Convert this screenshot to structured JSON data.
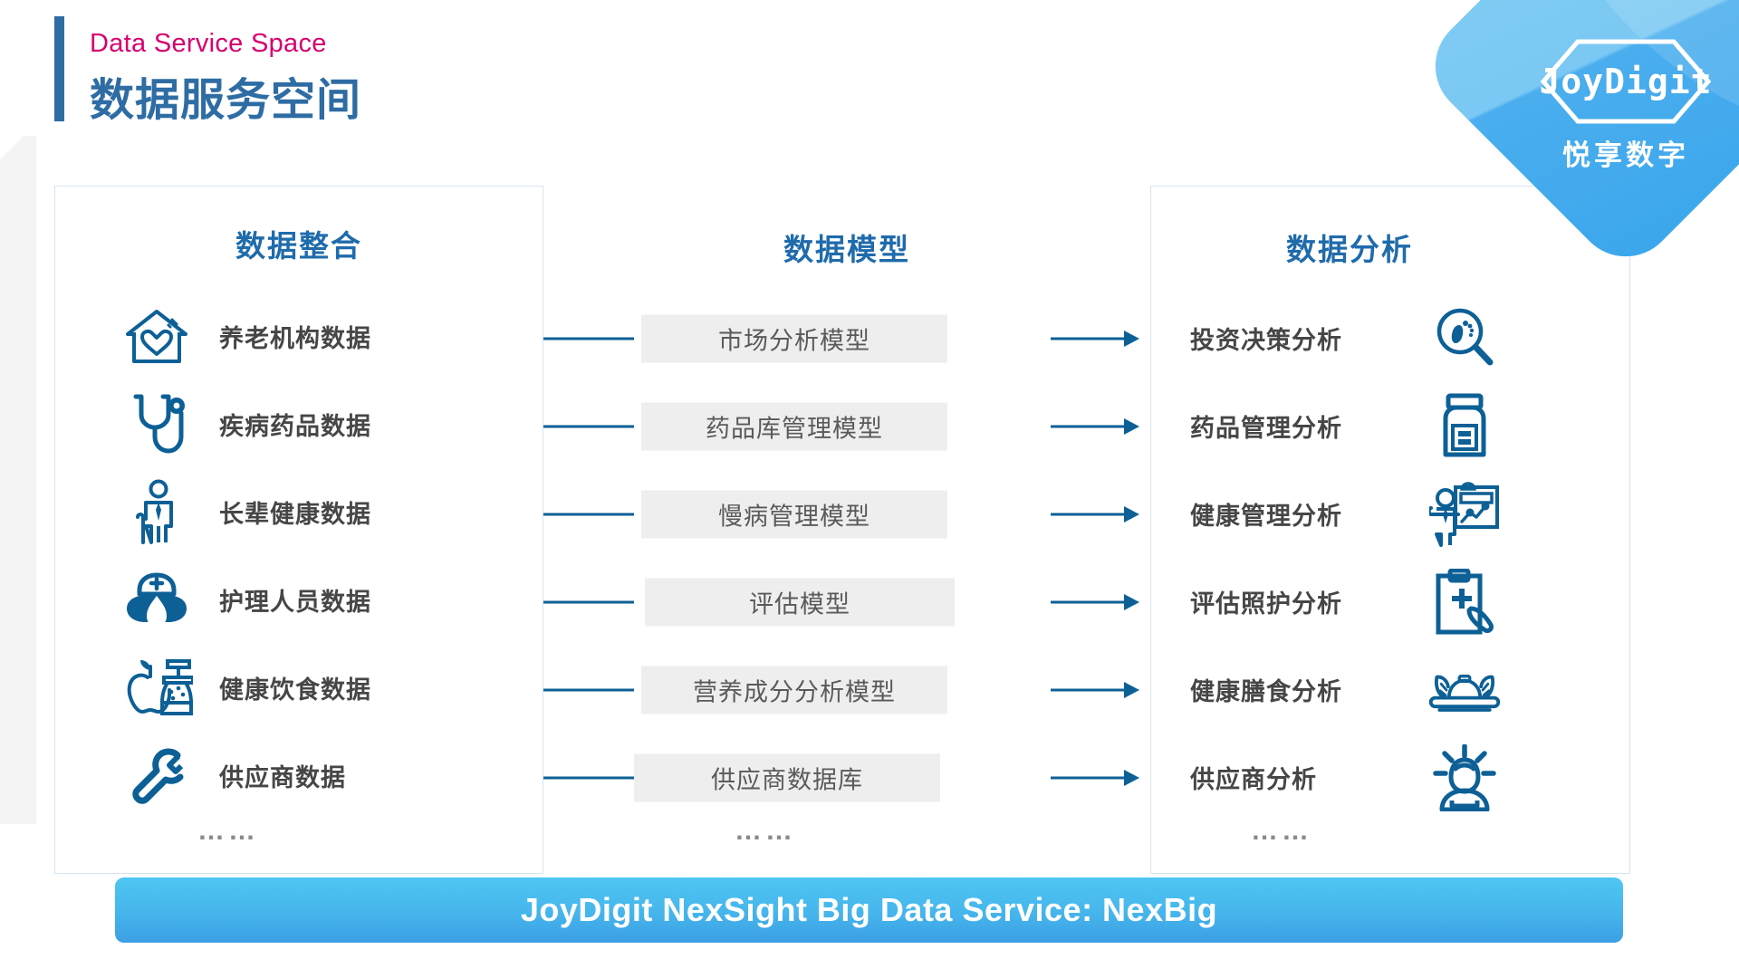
{
  "header": {
    "eyebrow": "Data Service Space",
    "title": "数据服务空间",
    "accent_pink": "#d6006e",
    "accent_blue": "#2e6ca4"
  },
  "logo": {
    "name": "JoyDigit",
    "subtitle": "悦享数字",
    "shape": "diamond-rounded-square",
    "color_start": "#82cdf5",
    "color_end": "#3ba6ec"
  },
  "columns": {
    "integration": {
      "title": "数据整合",
      "ellipsis": "……",
      "items": [
        {
          "label": "养老机构数据",
          "icon": "house-heart-icon"
        },
        {
          "label": "疾病药品数据",
          "icon": "stethoscope-icon"
        },
        {
          "label": "长辈健康数据",
          "icon": "elderly-person-cane-icon"
        },
        {
          "label": "护理人员数据",
          "icon": "nurse-icon"
        },
        {
          "label": "健康饮食数据",
          "icon": "apple-juicer-icon"
        },
        {
          "label": "供应商数据",
          "icon": "wrench-icon"
        }
      ]
    },
    "model": {
      "title": "数据模型",
      "ellipsis": "……",
      "items": [
        {
          "label": "市场分析模型"
        },
        {
          "label": "药品库管理模型"
        },
        {
          "label": "慢病管理模型"
        },
        {
          "label": "评估模型"
        },
        {
          "label": "营养成分分析模型"
        },
        {
          "label": "供应商数据库"
        }
      ]
    },
    "analysis": {
      "title": "数据分析",
      "ellipsis": "……",
      "items": [
        {
          "label": "投资决策分析",
          "icon": "magnifier-footprint-icon"
        },
        {
          "label": "药品管理分析",
          "icon": "medicine-jar-icon"
        },
        {
          "label": "健康管理分析",
          "icon": "person-chart-board-icon"
        },
        {
          "label": "评估照护分析",
          "icon": "clipboard-medical-pen-icon"
        },
        {
          "label": "健康膳食分析",
          "icon": "food-platter-icon"
        },
        {
          "label": "供应商分析",
          "icon": "person-idea-icon"
        }
      ]
    }
  },
  "banner": {
    "text": "JoyDigit NexSight Big Data Service: NexBig",
    "color_start": "#4ec6f2",
    "color_end": "#3b9fe3"
  },
  "palette": {
    "icon_blue": "#0d6096",
    "box_gray": "#eeeeee",
    "label_gray": "#464646",
    "panel_border": "#d4e4f0"
  }
}
